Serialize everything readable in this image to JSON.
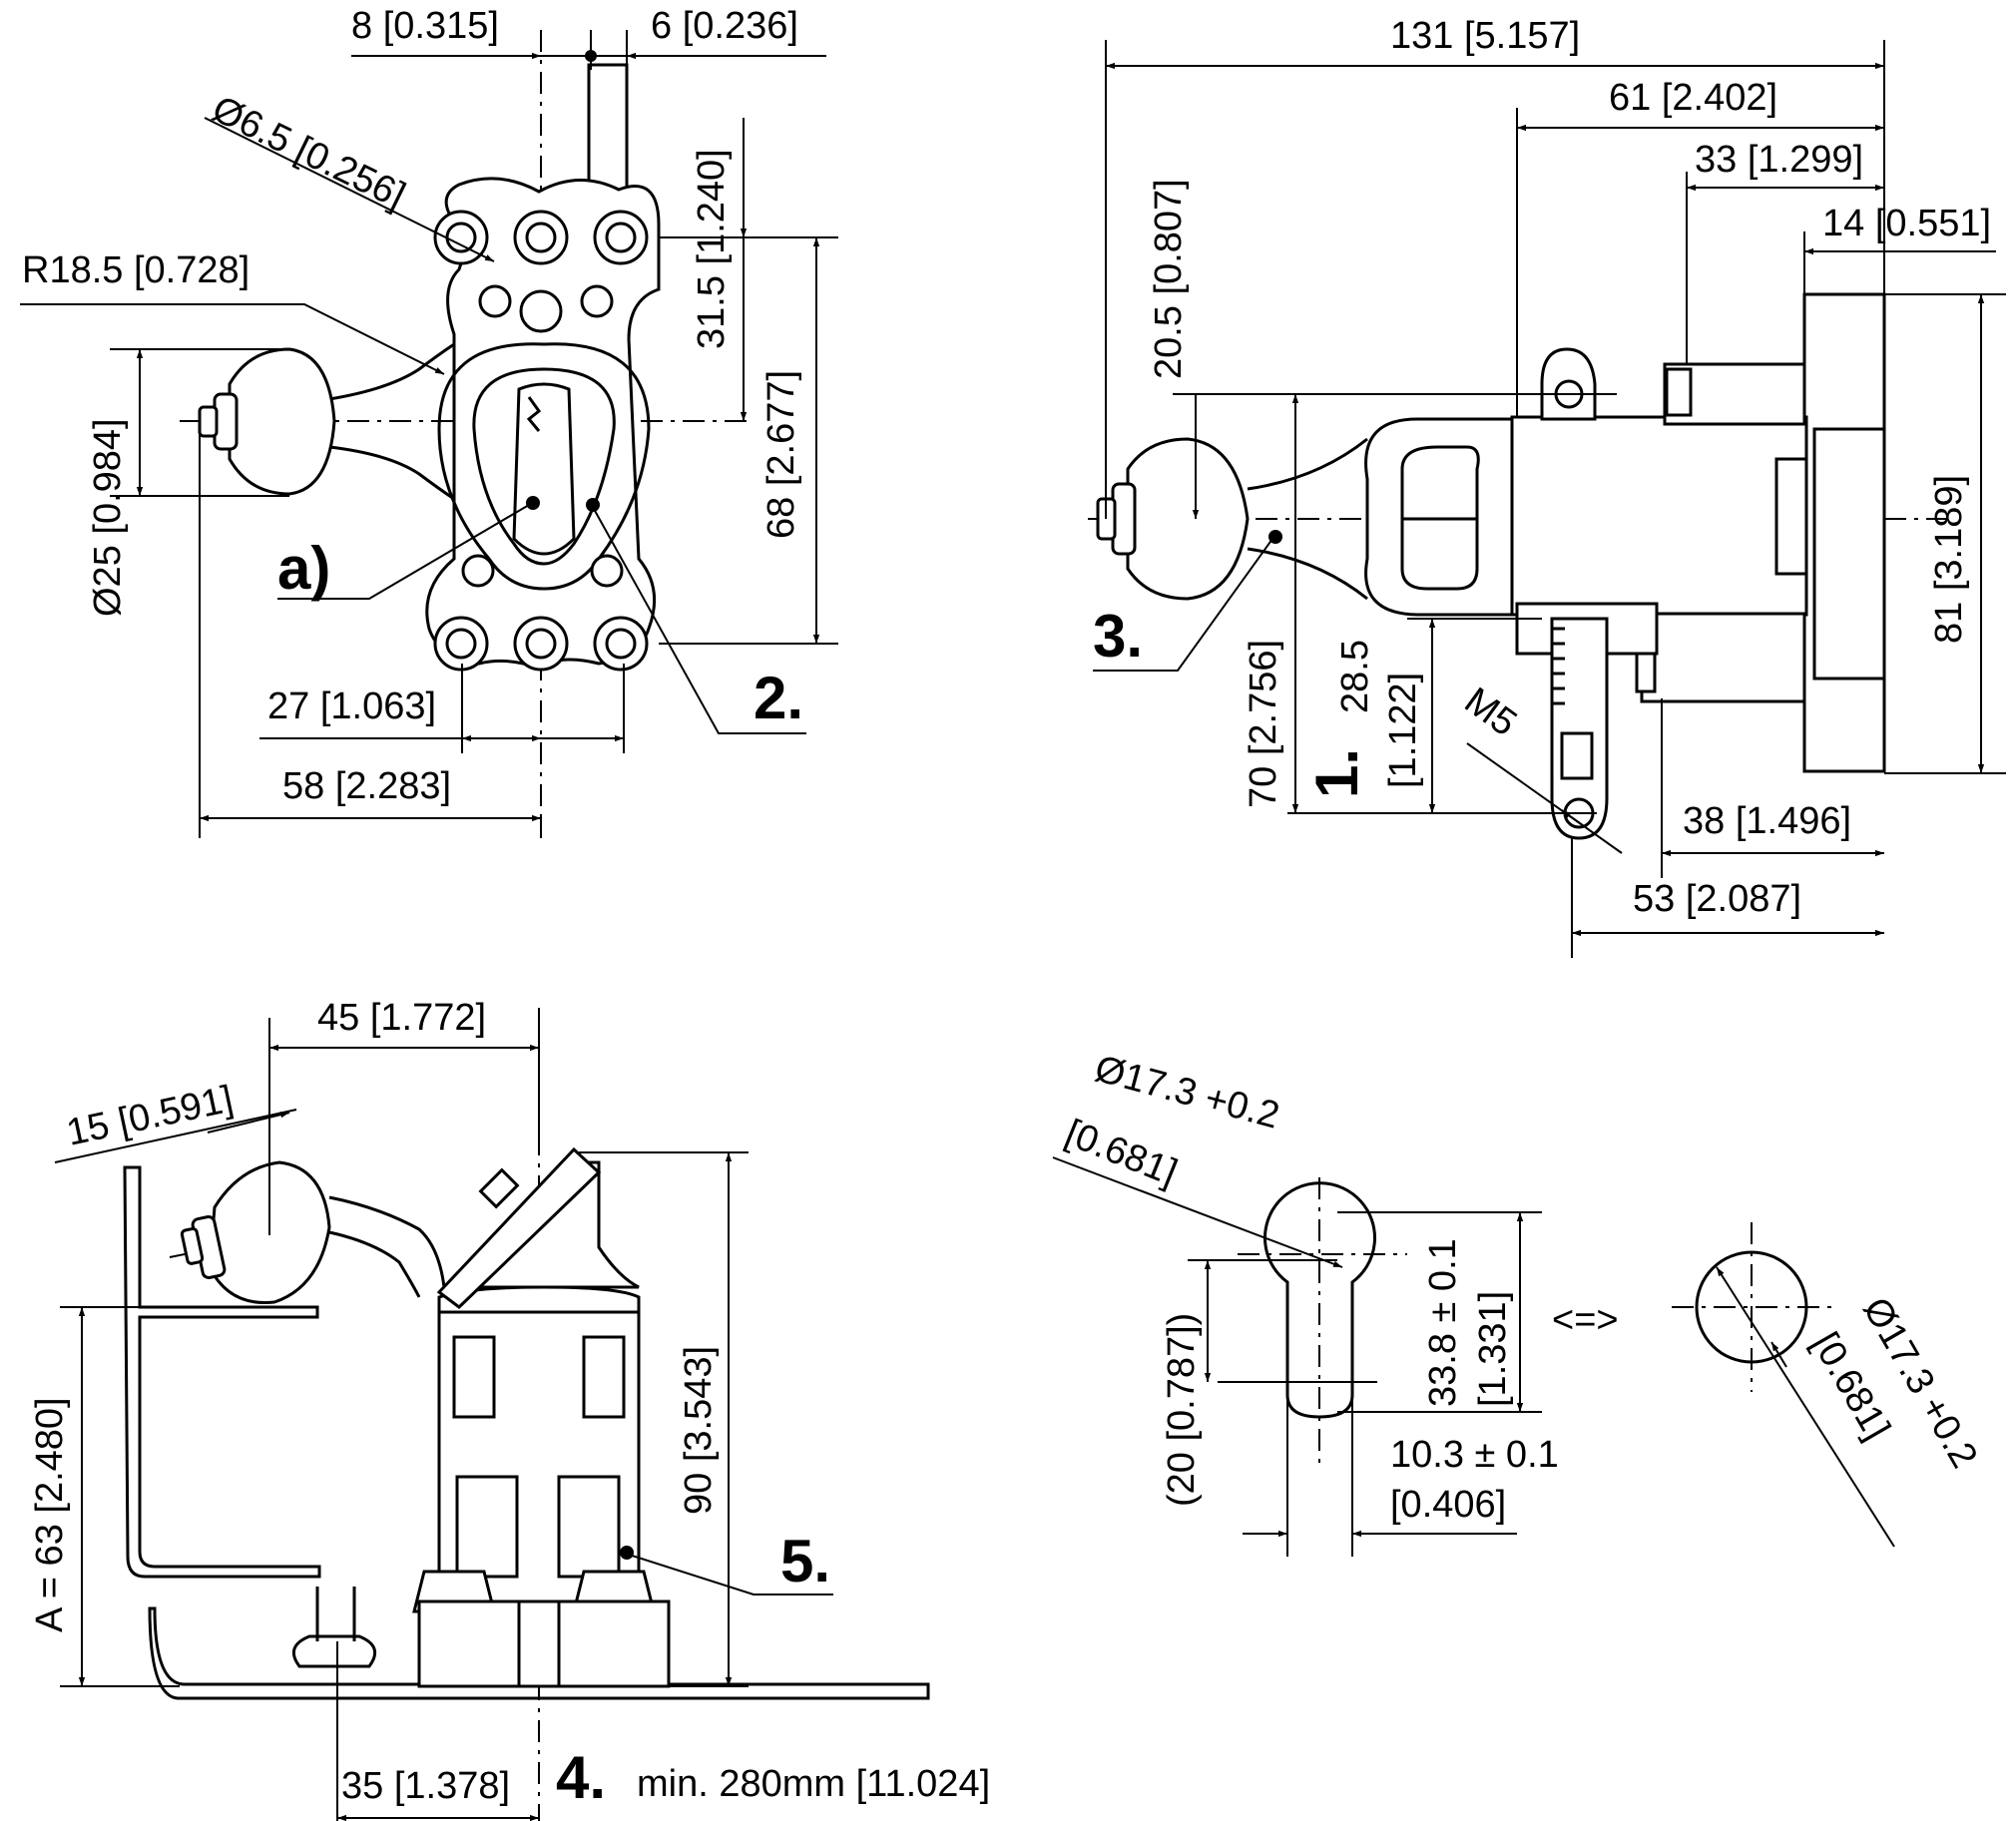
{
  "views": {
    "front": {
      "dims": {
        "d8": "8 [0.315]",
        "d6": "6 [0.236]",
        "dia65": "Ø6.5 [0.256]",
        "r185": "R18.5 [0.728]",
        "d315": "31.5 [1.240]",
        "d68": "68 [2.677]",
        "dia25": "Ø25 [0.984]",
        "d27": "27 [1.063]",
        "d58": "58 [2.283]"
      },
      "callouts": {
        "a": "a)",
        "two": "2."
      }
    },
    "side": {
      "dims": {
        "d131": "131 [5.157]",
        "d61": "61 [2.402]",
        "d33": "33 [1.299]",
        "d14": "14 [0.551]",
        "d205": "20.5 [0.807]",
        "d81": "81 [3.189]",
        "d70": "70 [2.756]",
        "d285": "28.5",
        "d285in": "[1.122]",
        "m5": "M5",
        "d38": "38 [1.496]",
        "d53": "53 [2.087]"
      },
      "callouts": {
        "three": "3.",
        "one": "1."
      }
    },
    "bottom": {
      "dims": {
        "d45": "45 [1.772]",
        "d15": "15 [0.591]",
        "d90": "90 [3.543]",
        "dA": "A = 63 [2.480]",
        "d35": "35 [1.378]"
      },
      "callouts": {
        "four": "4.",
        "five": "5."
      },
      "note": "min. 280mm [11.024]"
    },
    "cutout": {
      "dims": {
        "dia_a": "Ø17.3 +0.2",
        "dia_a_in": "[0.681]",
        "d20": "(20 [0.787])",
        "d338": "33.8 ± 0.1",
        "d338in": "[1.331]",
        "d103": "10.3 ± 0.1",
        "d103in": "[0.406]",
        "equiv": "<=>",
        "dia_b": "Ø17.3 +0.2",
        "dia_b_in": "[0.681]"
      }
    }
  }
}
